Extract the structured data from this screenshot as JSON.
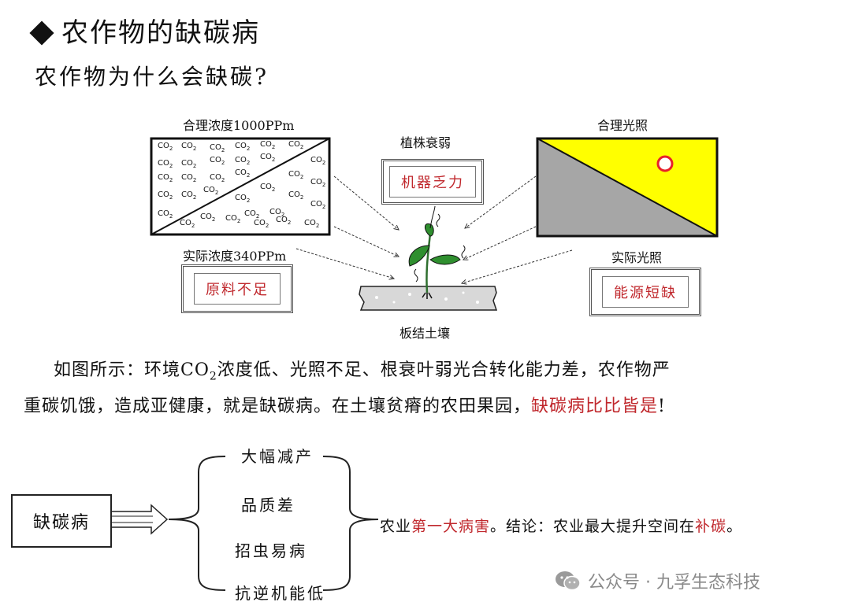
{
  "title": "农作物的缺碳病",
  "question": "农作物为什么会缺碳?",
  "diagram": {
    "co2_label_top": "合理浓度1000PPm",
    "co2_label_bottom": "实际浓度340PPm",
    "co2_molecule": "CO",
    "co2_subscript": "2",
    "box_left": "原料不足",
    "plant_label_top": "植株衰弱",
    "box_center": "机器乏力",
    "soil_label": "板结土壤",
    "light_label_top": "合理光照",
    "light_label_bottom": "实际光照",
    "box_right": "能源短缺",
    "colors": {
      "sun_yellow": "#ffff00",
      "shadow_gray": "#a6a6a6",
      "sun_red": "#e8202a",
      "leaf_green": "#2f8f2f",
      "accent_red": "#c0282d"
    }
  },
  "paragraph": {
    "part1": "如图所示：环境CO",
    "part1_sub": "2",
    "part2": "浓度低、光照不足、根衰叶弱光合转化能力差，农作物严",
    "line2_part1": "重碳饥饿，造成亚健康，就是缺碳病。在土壤贫瘠的农田果园，",
    "line2_red": "缺碳病比比皆是",
    "line2_end": "!"
  },
  "bottom": {
    "disease": "缺碳病",
    "effects": [
      "大幅减产",
      "品质差",
      "招虫易病",
      "抗逆机能低"
    ],
    "conclusion_1": "农业",
    "conclusion_red1": "第一大病害",
    "conclusion_2": "。结论：农业最大提升空间在",
    "conclusion_red2": "补碳",
    "conclusion_3": "。"
  },
  "watermark": {
    "icon": "wechat-icon",
    "text": "公众号 · 九孚生态科技"
  }
}
